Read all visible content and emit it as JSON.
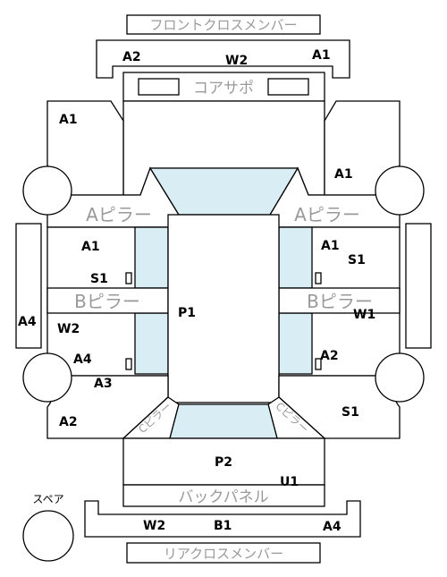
{
  "panels": {
    "front_cross": "フロントクロスメンバー",
    "core_support": "コアサポ",
    "a_pillar": "Aピラー",
    "b_pillar": "Bピラー",
    "c_pillar": "Cピラー",
    "back_panel": "バックパネル",
    "rear_cross": "リアクロスメンバー",
    "spare": "スペア"
  },
  "codes": {
    "front_A2": "A2",
    "front_W2": "W2",
    "front_A1": "A1",
    "fl_A1": "A1",
    "fr_A1": "A1",
    "ll_A1": "A1",
    "ll_S1": "S1",
    "ll_W2": "W2",
    "ll_A4": "A4",
    "ll_A3": "A3",
    "left_A4": "A4",
    "rl_A1": "A1",
    "rl_S1": "S1",
    "rl_W1": "W1",
    "rl_A2": "A2",
    "center_P1": "P1",
    "rear_left_A2": "A2",
    "rear_right_S1": "S1",
    "rear_P2": "P2",
    "rear_U1": "U1",
    "rear_W2": "W2",
    "rear_B1": "B1",
    "rear_A4": "A4"
  }
}
